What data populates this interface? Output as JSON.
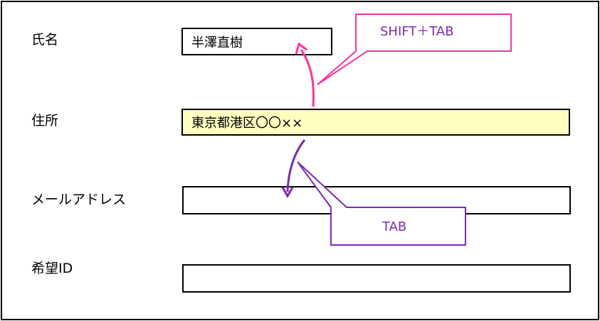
{
  "form": {
    "fields": [
      {
        "label": "氏名",
        "value": "半澤直樹"
      },
      {
        "label": "住所",
        "value": "東京都港区〇〇××"
      },
      {
        "label": "メールアドレス",
        "value": ""
      },
      {
        "label": "希望ID",
        "value": ""
      }
    ]
  },
  "callouts": {
    "shift_tab": {
      "text": "SHIFT＋TAB",
      "color": "#ff3399"
    },
    "tab": {
      "text": "TAB",
      "color": "#7a2bb0"
    }
  },
  "colors": {
    "active_field_bg": "#ffffc0",
    "border": "#000000"
  }
}
